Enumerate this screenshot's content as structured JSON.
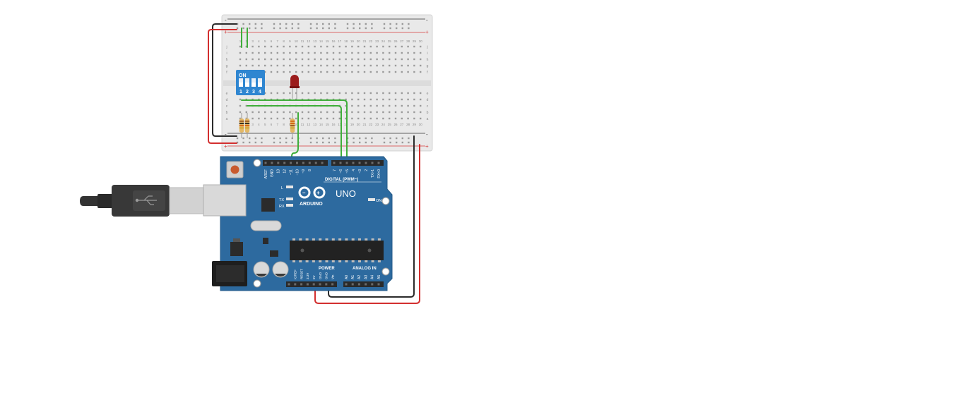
{
  "colors": {
    "breadboard": "#e9e9e9",
    "breadboard_edge": "#d4d4d4",
    "hole": "#9a9a9a",
    "rail_positive": "#d43b3b",
    "rail_negative": "#333333",
    "wire_red": "#d32f2f",
    "wire_black": "#2b2b2b",
    "wire_green": "#3fae3a",
    "arduino_board": "#2d6a9f",
    "arduino_dark": "#1f4f7a",
    "header": "#2a2a2a",
    "dip_switch": "#2f86d1",
    "led": "#9b1c1c",
    "resistor": "#e3b866",
    "usb_cable": "#333333",
    "usb_metal": "#cfcfcf"
  },
  "breadboard": {
    "rail_plus": "+",
    "rail_minus": "-",
    "columns": [
      "1",
      "2",
      "3",
      "4",
      "5",
      "6",
      "7",
      "8",
      "9",
      "10",
      "11",
      "12",
      "13",
      "14",
      "15",
      "16",
      "17",
      "18",
      "19",
      "20",
      "21",
      "22",
      "23",
      "24",
      "25",
      "26",
      "27",
      "28",
      "29",
      "30"
    ],
    "top_rows": [
      "j",
      "i",
      "h",
      "g",
      "f"
    ],
    "bottom_rows": [
      "e",
      "d",
      "c",
      "b",
      "a"
    ]
  },
  "dip_switch": {
    "on_label": "ON",
    "switches": [
      "1",
      "2",
      "3",
      "4"
    ]
  },
  "arduino": {
    "logo_text": "ARDUINO",
    "model": "UNO",
    "digital_label": "DIGITAL (PWM~)",
    "power_label": "POWER",
    "analog_label": "ANALOG IN",
    "on_label": "ON",
    "l_label": "L",
    "tx_label": "TX",
    "rx_label": "RX",
    "digital_pins": [
      "AREF",
      "GND",
      "13",
      "12",
      "~11",
      "~10",
      "~9",
      "8",
      "7",
      "~6",
      "~5",
      "4",
      "~3",
      "2",
      "TX>1",
      "RX<0"
    ],
    "power_pins": [
      "IOREF",
      "RESET",
      "3.3V",
      "5V",
      "GND",
      "GND",
      "Vin"
    ],
    "analog_pins": [
      "A0",
      "A1",
      "A2",
      "A3",
      "A4",
      "A5"
    ]
  }
}
